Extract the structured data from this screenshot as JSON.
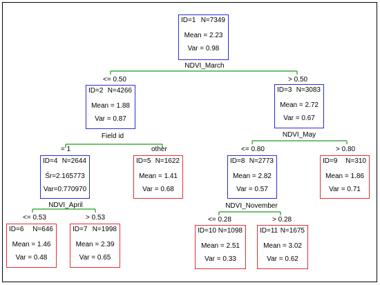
{
  "colors": {
    "internal_border": "#2a2ad0",
    "leaf_border": "#e03030",
    "edge": "#1a9a1a"
  },
  "nodes": {
    "n1": {
      "id": "ID=1",
      "n": "N=7349",
      "line1": "Mean = 2.23",
      "line2": "Var = 0.98"
    },
    "n2": {
      "id": "ID=2",
      "n": "N=4266",
      "line1": "Mean = 1.88",
      "line2": "Var = 0.87"
    },
    "n3": {
      "id": "ID=3",
      "n": "N=3083",
      "line1": "Mean = 2.72",
      "line2": "Var = 0.67"
    },
    "n4": {
      "id": "ID=4",
      "n": "N=2644",
      "line1": "Śr=2.165773",
      "line2": "Var=0.770970"
    },
    "n5": {
      "id": "ID=5",
      "n": "N=1622",
      "line1": "Mean = 1.41",
      "line2": "Var = 0.68"
    },
    "n8": {
      "id": "ID=8",
      "n": "N=2773",
      "line1": "Mean = 2.82",
      "line2": "Var = 0.57"
    },
    "n9": {
      "id": "ID=9",
      "n": "N=310",
      "line1": "Mean = 1.86",
      "line2": "Var = 0.71"
    },
    "n6": {
      "id": "ID=6",
      "n": "N=646",
      "line1": "Mean = 1.46",
      "line2": "Var = 0.48"
    },
    "n7": {
      "id": "ID=7",
      "n": "N=1998",
      "line1": "Mean = 2.39",
      "line2": "Var = 0.65"
    },
    "n10": {
      "id": "ID=10",
      "n": "N=1098",
      "line1": "Mean = 2.51",
      "line2": "Var = 0.33"
    },
    "n11": {
      "id": "ID=11",
      "n": "N=1675",
      "line1": "Mean = 3.02",
      "line2": "Var = 0.62"
    }
  },
  "splits": {
    "s1": "NDVI_March",
    "s2": "Field id",
    "s3": "NDVI_May",
    "s4": "NDVI_April",
    "s8": "NDVI_November"
  },
  "branches": {
    "b1_left": "<= 0.50",
    "b1_right": "> 0.50",
    "b2_left": "= 1",
    "b2_right": "other",
    "b3_left": "<= 0.80",
    "b3_right": "> 0.80",
    "b4_left": "<= 0.53",
    "b4_right": "> 0.53",
    "b8_left": "<= 0.28",
    "b8_right": "> 0.28"
  }
}
